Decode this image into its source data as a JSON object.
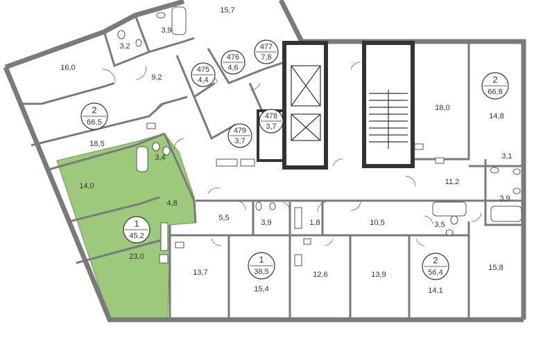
{
  "units": [
    {
      "number": "1",
      "area": "45,2",
      "highlighted": true
    },
    {
      "number": "2",
      "area": "66,5",
      "highlighted": false
    },
    {
      "number": "2",
      "area": "66,8",
      "highlighted": false
    },
    {
      "number": "1",
      "area": "38,5",
      "highlighted": false
    },
    {
      "number": "2",
      "area": "56,4",
      "highlighted": false
    }
  ],
  "storage": [
    {
      "number": "475",
      "area": "4,4"
    },
    {
      "number": "476",
      "area": "4,6"
    },
    {
      "number": "477",
      "area": "7,8"
    },
    {
      "number": "478",
      "area": "3,7"
    },
    {
      "number": "479",
      "area": "3,7"
    }
  ],
  "rooms": [
    "15,7",
    "3,9",
    "3,2",
    "16,0",
    "9,2",
    "18,5",
    "3,4",
    "14,0",
    "4,8",
    "23,0",
    "18,0",
    "14,8",
    "3,1",
    "11,2",
    "3,9",
    "5,5",
    "3,9",
    "1,8",
    "10,5",
    "3,5",
    "13,7",
    "15,4",
    "12,6",
    "13,9",
    "14,1",
    "15,8"
  ],
  "colors": {
    "highlight": "#9cc97a",
    "wall": "#7a7a7a"
  }
}
